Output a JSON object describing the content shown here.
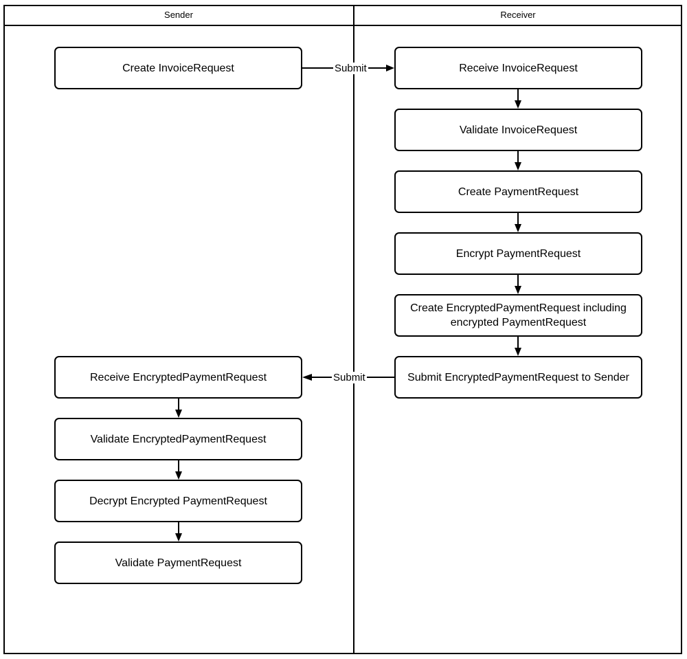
{
  "diagram": {
    "type": "swimlane-flowchart",
    "lanes": [
      {
        "id": "sender",
        "label": "Sender"
      },
      {
        "id": "receiver",
        "label": "Receiver"
      }
    ],
    "nodes": [
      {
        "id": "n1",
        "lane": "sender",
        "label": "Create InvoiceRequest"
      },
      {
        "id": "n2",
        "lane": "receiver",
        "label": "Receive InvoiceRequest"
      },
      {
        "id": "n3",
        "lane": "receiver",
        "label": "Validate InvoiceRequest"
      },
      {
        "id": "n4",
        "lane": "receiver",
        "label": "Create PaymentRequest"
      },
      {
        "id": "n5",
        "lane": "receiver",
        "label": "Encrypt PaymentRequest"
      },
      {
        "id": "n6",
        "lane": "receiver",
        "label": "Create EncryptedPaymentRequest including encrypted PaymentRequest"
      },
      {
        "id": "n7",
        "lane": "receiver",
        "label": "Submit EncryptedPaymentRequest to Sender"
      },
      {
        "id": "n8",
        "lane": "sender",
        "label": "Receive EncryptedPaymentRequest"
      },
      {
        "id": "n9",
        "lane": "sender",
        "label": "Validate EncryptedPaymentRequest"
      },
      {
        "id": "n10",
        "lane": "sender",
        "label": "Decrypt Encrypted PaymentRequest"
      },
      {
        "id": "n11",
        "lane": "sender",
        "label": "Validate PaymentRequest"
      }
    ],
    "edges": [
      {
        "id": "e1",
        "from": "n1",
        "to": "n2",
        "label": "Submit",
        "direction": "right"
      },
      {
        "id": "e2",
        "from": "n2",
        "to": "n3",
        "label": "",
        "direction": "down"
      },
      {
        "id": "e3",
        "from": "n3",
        "to": "n4",
        "label": "",
        "direction": "down"
      },
      {
        "id": "e4",
        "from": "n4",
        "to": "n5",
        "label": "",
        "direction": "down"
      },
      {
        "id": "e5",
        "from": "n5",
        "to": "n6",
        "label": "",
        "direction": "down"
      },
      {
        "id": "e6",
        "from": "n6",
        "to": "n7",
        "label": "",
        "direction": "down"
      },
      {
        "id": "e7",
        "from": "n7",
        "to": "n8",
        "label": "Submit",
        "direction": "left"
      },
      {
        "id": "e8",
        "from": "n8",
        "to": "n9",
        "label": "",
        "direction": "down"
      },
      {
        "id": "e9",
        "from": "n9",
        "to": "n10",
        "label": "",
        "direction": "down"
      },
      {
        "id": "e10",
        "from": "n10",
        "to": "n11",
        "label": "",
        "direction": "down"
      }
    ],
    "colors": {
      "stroke": "#000000",
      "fill": "#ffffff",
      "text": "#000000"
    }
  }
}
